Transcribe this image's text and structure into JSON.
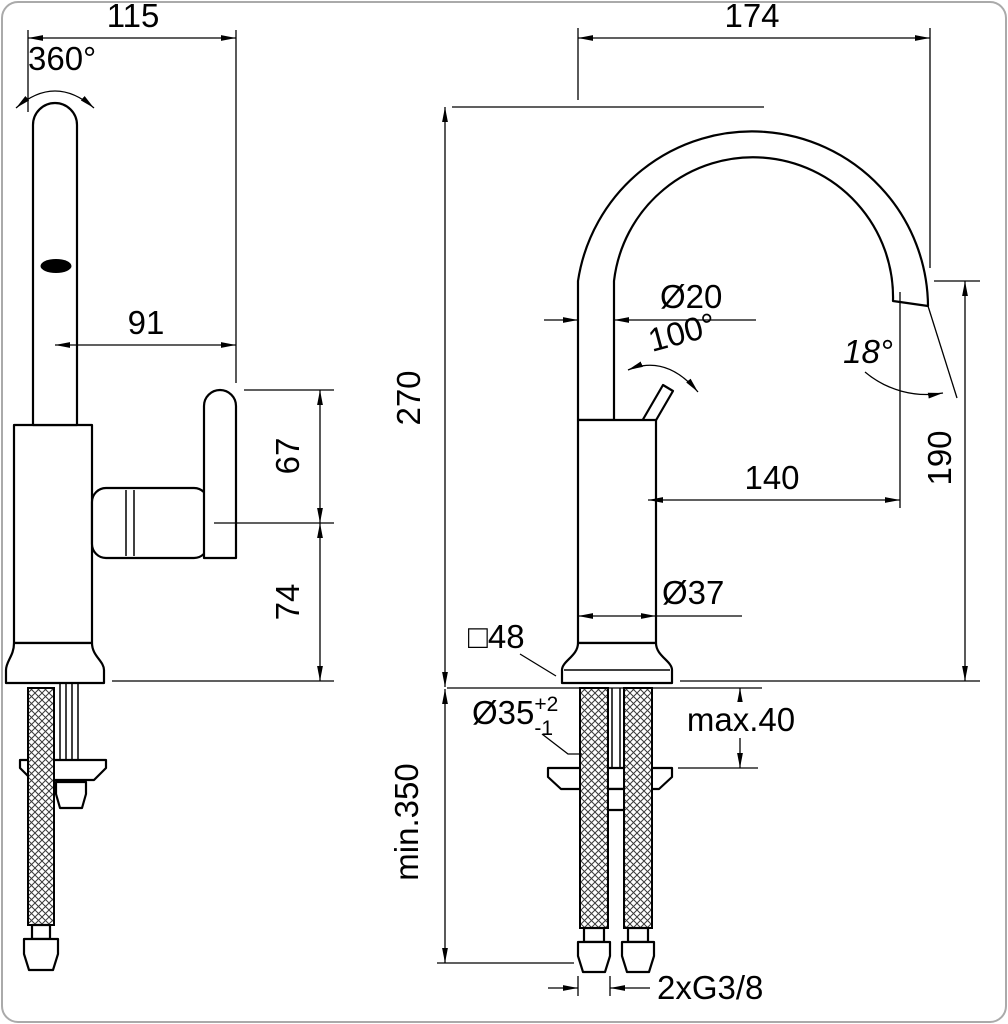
{
  "left_view": {
    "overall_depth": "115",
    "swivel_angle": "360°",
    "spout_reach": "91",
    "handle_height": "67",
    "body_height": "74"
  },
  "right_view": {
    "overall_width": "174",
    "spout_height": "270",
    "spout_tube_diameter": "Ø20",
    "handle_angle": "100°",
    "outlet_angle": "18°",
    "spout_projection": "140",
    "outlet_height": "190",
    "body_diameter": "Ø37",
    "base_square": "□48",
    "hole_diameter": "Ø35",
    "hole_tol_upper": "+2",
    "hole_tol_lower": "-1",
    "max_deck_thickness": "max.40",
    "min_hose_length": "min.350",
    "thread": "2xG3/8"
  }
}
